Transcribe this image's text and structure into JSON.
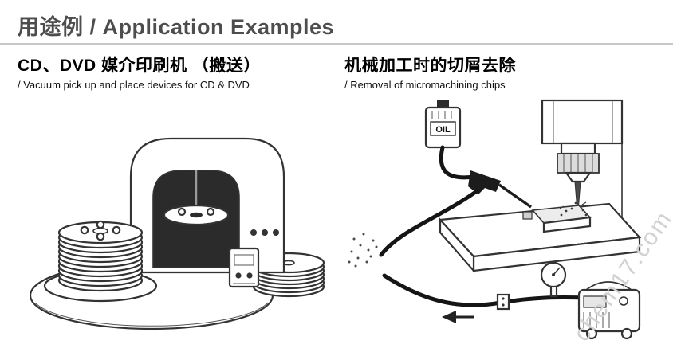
{
  "header": {
    "title": "用途例 / Application Examples"
  },
  "left_example": {
    "heading": "CD、DVD 媒介印刷机 （搬送）",
    "sub": "/ Vacuum pick up and place devices for CD & DVD"
  },
  "right_example": {
    "heading": "机械加工时的切屑去除",
    "sub": "/ Removal of micromachining chips",
    "oil_label": "OIL"
  },
  "watermark": {
    "text": "chem17.com"
  },
  "colors": {
    "rule_gray": "#c7c7c7",
    "title_gray": "#4d4d4d",
    "line_art": "#333333",
    "watermark_gray": "#d2d2d2"
  }
}
